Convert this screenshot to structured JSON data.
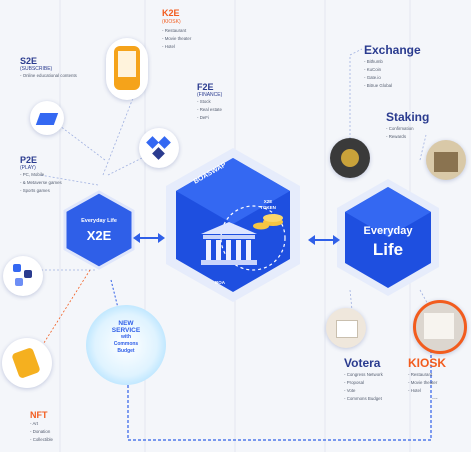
{
  "k2e": {
    "title": "K2E",
    "subtitle": "(KIOSK)",
    "items": [
      "Restaurant",
      "Movie theater",
      "Hotel"
    ]
  },
  "s2e": {
    "title": "S2E",
    "subtitle": "(SUBSCRIBE)",
    "items": [
      "Online educational contents"
    ]
  },
  "f2e": {
    "title": "F2E",
    "subtitle": "(FINANCE)",
    "items": [
      "Stock",
      "Real estate",
      "DeFi"
    ]
  },
  "p2e": {
    "title": "P2E",
    "subtitle": "(PLAY)",
    "items": [
      "PC, Mobile",
      "& Metaverse games",
      "Sports games"
    ]
  },
  "nft": {
    "title": "NFT",
    "items": [
      "Art",
      "Donation",
      "Collectible"
    ]
  },
  "x2e_hex": {
    "line1": "Everyday Life",
    "line2": "X2E"
  },
  "boaswap": {
    "name": "BOASWAP",
    "token_top": "X2E",
    "token_bottom": "TOKEN",
    "boa_label": "BOA"
  },
  "everyday_hex": {
    "line1": "Everyday",
    "line2": "Life"
  },
  "new_service": {
    "line1": "NEW",
    "line2": "SERVICE",
    "line3": "with",
    "line4": "Commons",
    "line5": "Budget"
  },
  "exchange": {
    "title": "Exchange",
    "items": [
      "Bithumb",
      "KuCoin",
      "Gate.io",
      "Bitrue Global"
    ]
  },
  "staking": {
    "title": "Staking",
    "items": [
      "Confirmation",
      "Rewards"
    ]
  },
  "votera": {
    "title": "Votera",
    "items": [
      "Congress Network",
      "Proposal",
      "Vote",
      "Commons Budget"
    ]
  },
  "kiosk": {
    "title": "KIOSK",
    "items": [
      "Restaurant",
      "Movie theater",
      "Hotel"
    ],
    "more": "..."
  },
  "colors": {
    "navy": "#2a3b8f",
    "blue": "#2f5fe8",
    "orange": "#f25c1e"
  }
}
